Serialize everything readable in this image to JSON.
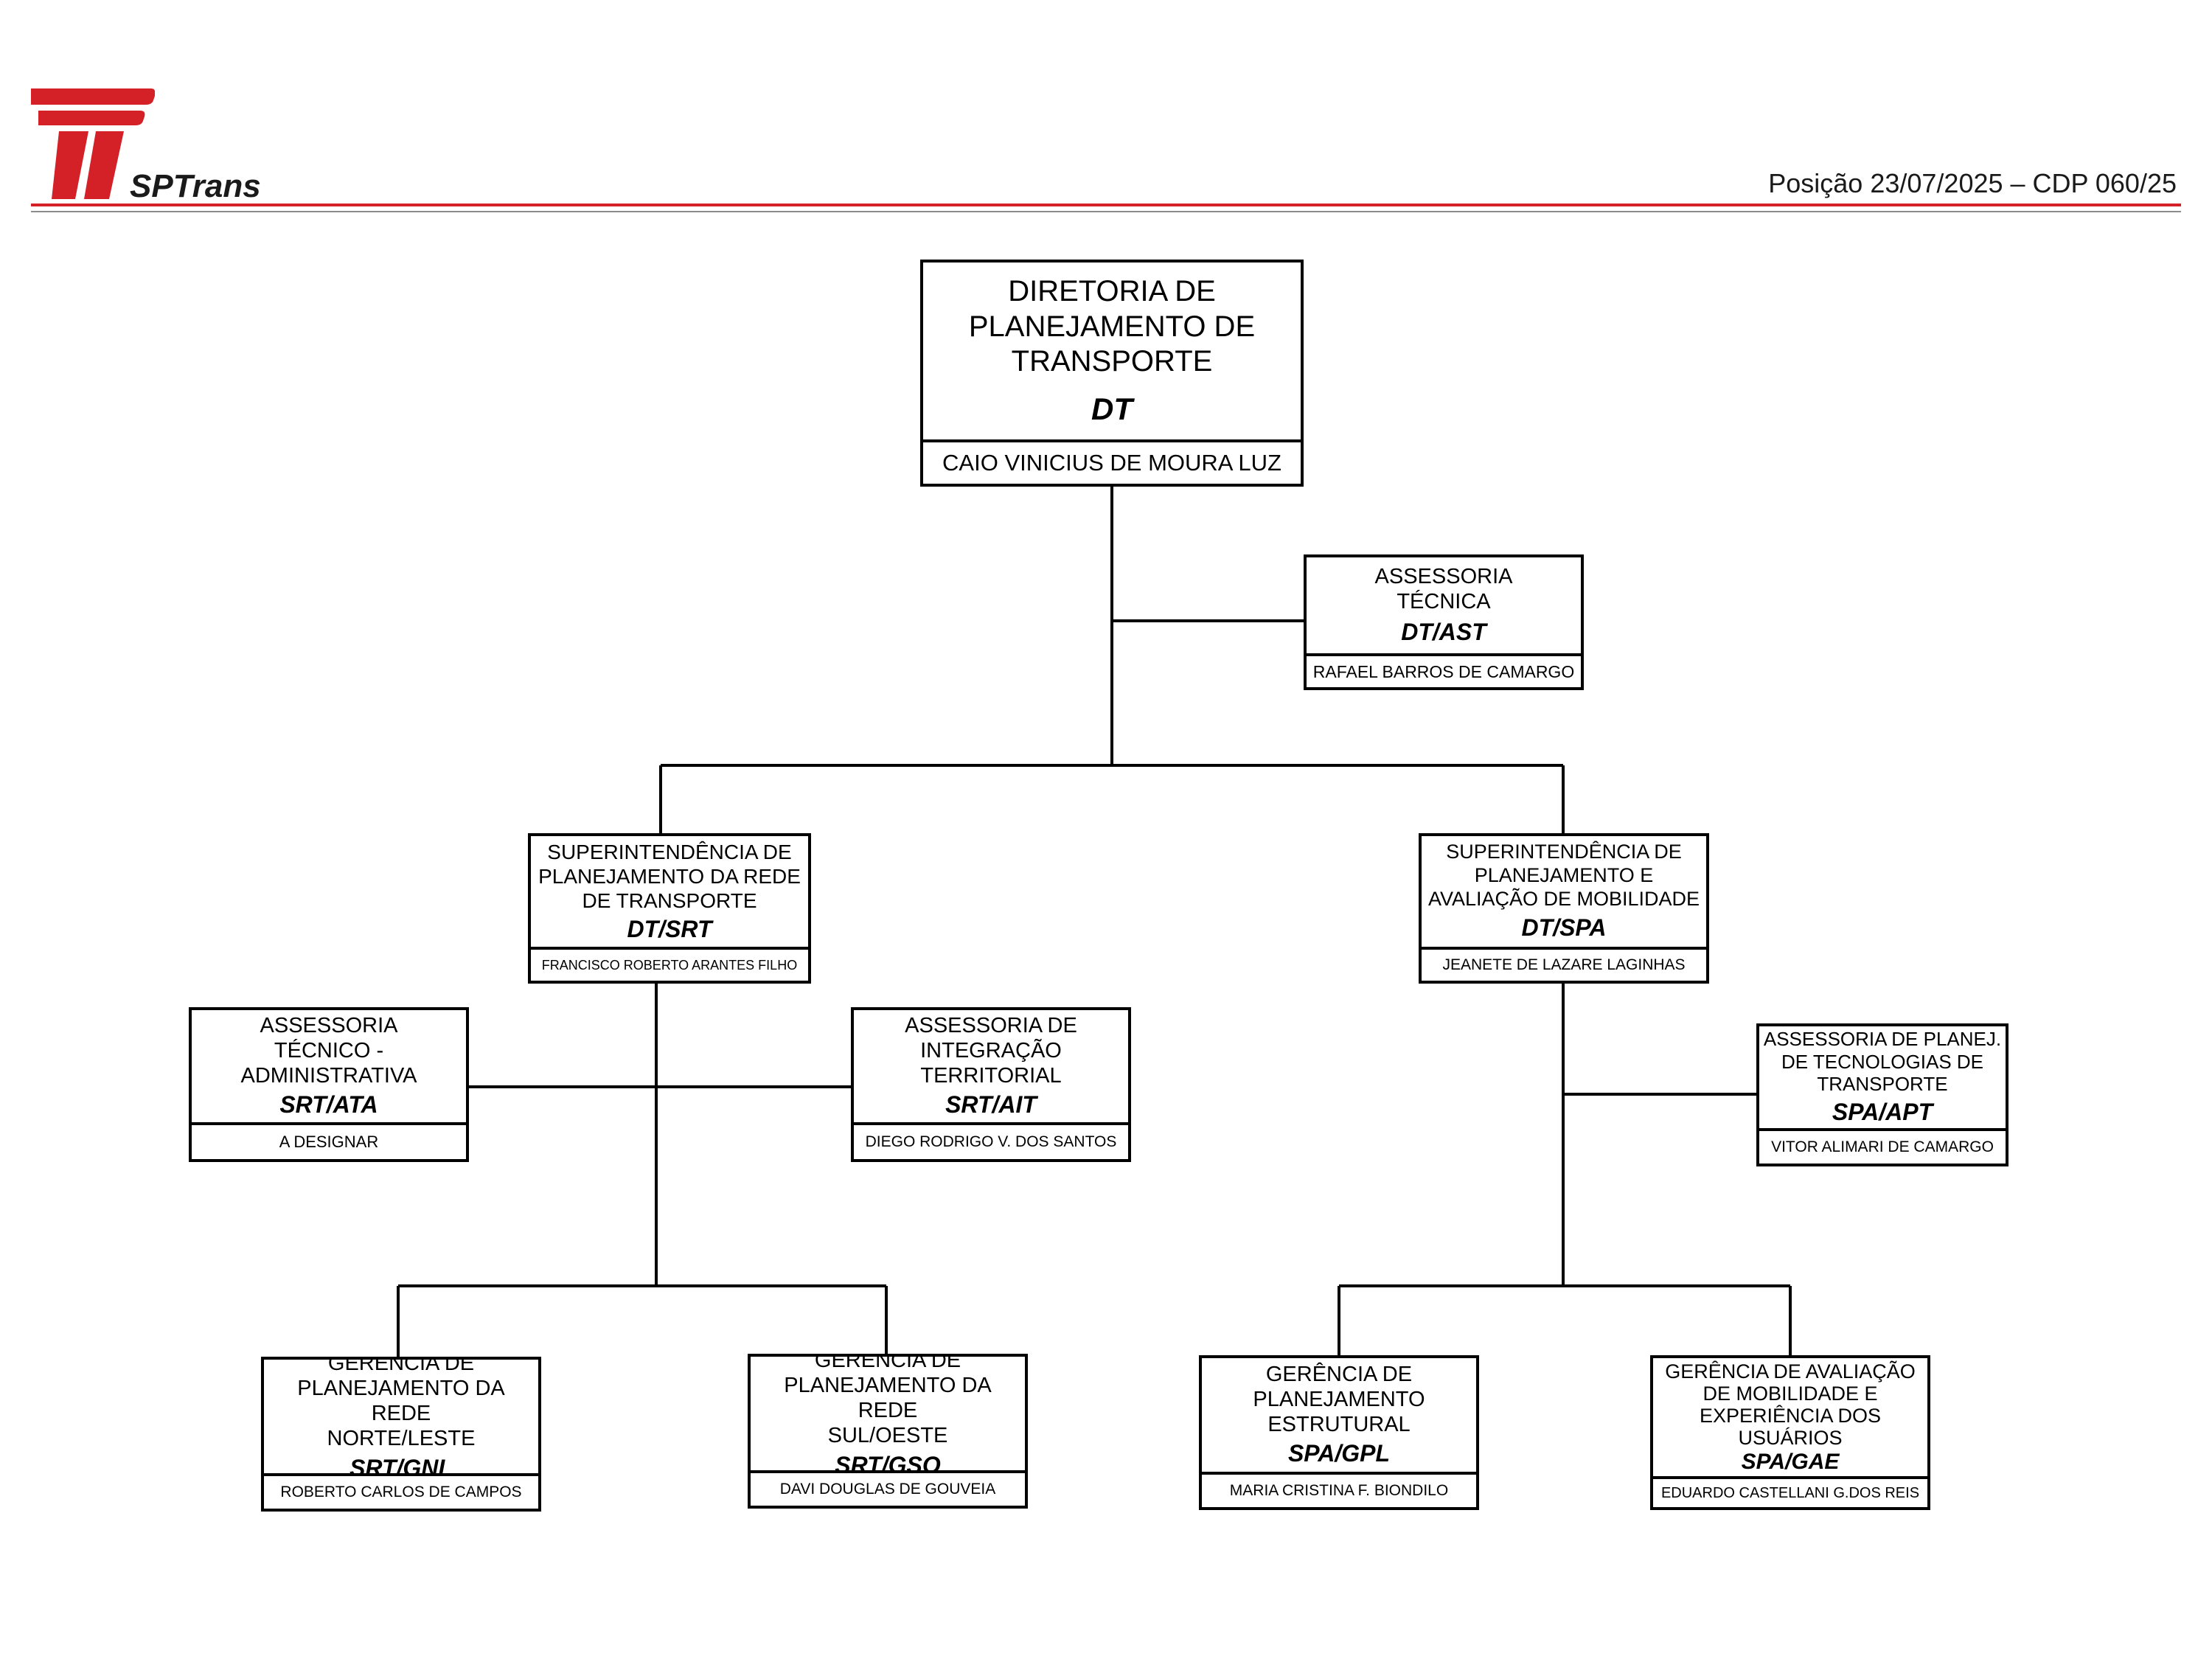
{
  "header": {
    "logo_text": "SPTrans",
    "position": "Posição 23/07/2025 – CDP 060/25",
    "brand_color": "#d42027"
  },
  "org": {
    "dt": {
      "name": "DIRETORIA DE\nPLANEJAMENTO DE\nTRANSPORTE",
      "code": "DT",
      "person": "CAIO VINICIUS DE MOURA LUZ"
    },
    "dt_ast": {
      "name": "ASSESSORIA\nTÉCNICA",
      "code": "DT/AST",
      "person": "RAFAEL BARROS DE CAMARGO"
    },
    "dt_srt": {
      "name": "SUPERINTENDÊNCIA DE\nPLANEJAMENTO DA REDE\nDE TRANSPORTE",
      "code": "DT/SRT",
      "person": "FRANCISCO ROBERTO ARANTES FILHO"
    },
    "dt_spa": {
      "name": "SUPERINTENDÊNCIA DE\nPLANEJAMENTO E\nAVALIAÇÃO DE MOBILIDADE",
      "code": "DT/SPA",
      "person": "JEANETE DE LAZARE LAGINHAS"
    },
    "srt_ata": {
      "name": "ASSESSORIA\nTÉCNICO -\nADMINISTRATIVA",
      "code": "SRT/ATA",
      "person": "A DESIGNAR"
    },
    "srt_ait": {
      "name": "ASSESSORIA DE\nINTEGRAÇÃO\nTERRITORIAL",
      "code": "SRT/AIT",
      "person": "DIEGO RODRIGO V. DOS SANTOS"
    },
    "spa_apt": {
      "name": "ASSESSORIA DE PLANEJ.\nDE TECNOLOGIAS DE\nTRANSPORTE",
      "code": "SPA/APT",
      "person": "VITOR ALIMARI DE CAMARGO"
    },
    "srt_gnl": {
      "name": "GERÊNCIA DE\nPLANEJAMENTO DA REDE\nNORTE/LESTE",
      "code": "SRT/GNL",
      "person": "ROBERTO CARLOS DE CAMPOS"
    },
    "srt_gso": {
      "name": "GERÊNCIA DE\nPLANEJAMENTO DA REDE\nSUL/OESTE",
      "code": "SRT/GSO",
      "person": "DAVI DOUGLAS DE GOUVEIA"
    },
    "spa_gpl": {
      "name": "GERÊNCIA DE\nPLANEJAMENTO\nESTRUTURAL",
      "code": "SPA/GPL",
      "person": "MARIA CRISTINA F. BIONDILO"
    },
    "spa_gae": {
      "name": "GERÊNCIA DE AVALIAÇÃO\nDE MOBILIDADE E\nEXPERIÊNCIA DOS\nUSUÁRIOS",
      "code": "SPA/GAE",
      "person": "EDUARDO CASTELLANI G.DOS REIS"
    }
  }
}
